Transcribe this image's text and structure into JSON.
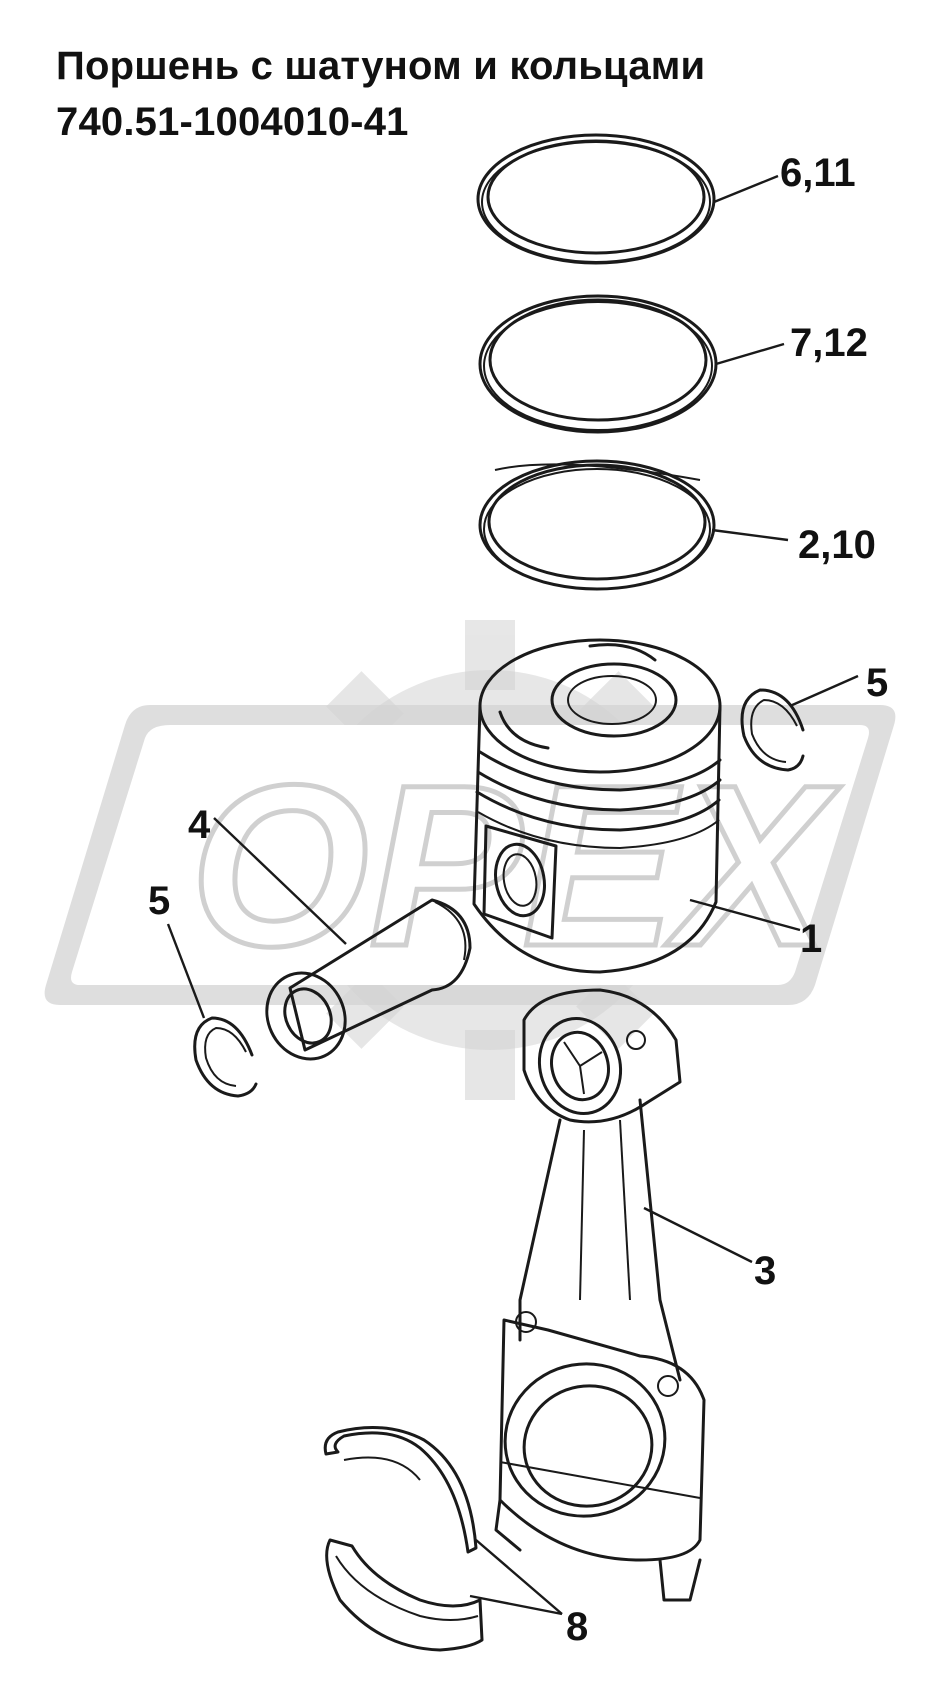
{
  "title": {
    "line1": "Поршень с шатуном и кольцами",
    "line2": "740.51-1004010-41"
  },
  "watermark": {
    "text": "OPEX",
    "color": "#d3d3d3"
  },
  "callouts": {
    "rings_top": "6,11",
    "rings_middle": "7,12",
    "rings_lower": "2,10",
    "circlip_right": "5",
    "circlip_left": "5",
    "piston": "1",
    "piston_pin": "4",
    "connecting_rod": "3",
    "bearing_shells": "8"
  },
  "colors": {
    "line": "#1a1a1a",
    "background": "#ffffff"
  }
}
